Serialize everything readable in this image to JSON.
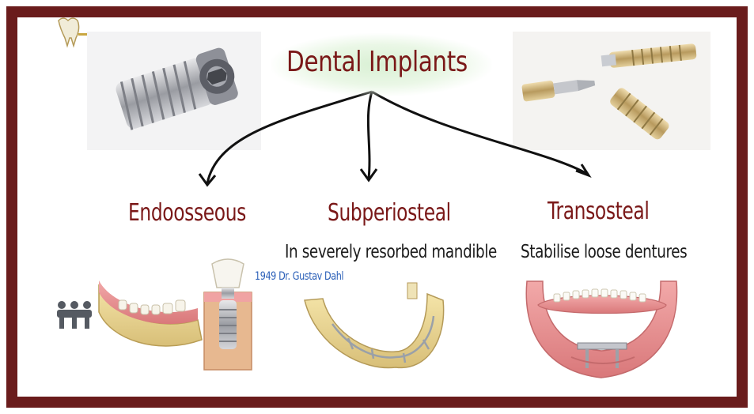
{
  "diagram": {
    "title": "Dental Implants",
    "categories": [
      {
        "name": "Endoosseous",
        "subtitle": ""
      },
      {
        "name": "Subperiosteal",
        "subtitle": "In severely resorbed mandible",
        "note": "1949 Dr. Gustav Dahl"
      },
      {
        "name": "Transosteal",
        "subtitle": "Stabilise loose dentures"
      }
    ]
  },
  "colors": {
    "frame": "#6a1c1c",
    "heading": "#7a1818",
    "note": "#2a5fb8",
    "title_glow": "#d9f0d4"
  },
  "icons": [
    "tooth-logo-icon",
    "implant-screw-image",
    "implant-parts-image",
    "jaw-implant-illustration",
    "mini-implant-bridge-icon",
    "subperiosteal-frame-illustration",
    "transosteal-denture-illustration"
  ]
}
